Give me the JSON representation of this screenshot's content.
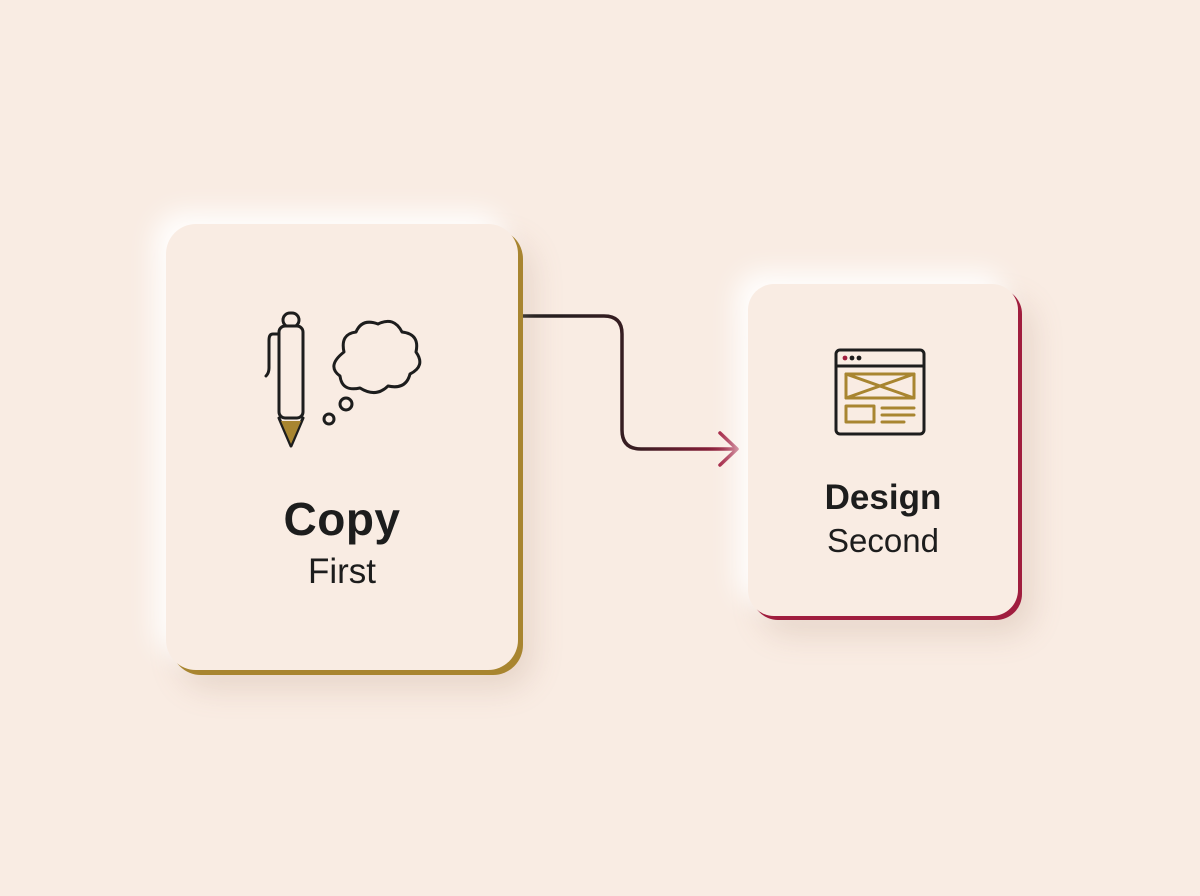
{
  "steps": [
    {
      "title": "Copy",
      "subtitle": "First",
      "icon": "pen-thought-bubble-icon",
      "accent": "#a88530"
    },
    {
      "title": "Design",
      "subtitle": "Second",
      "icon": "webpage-wireframe-icon",
      "accent": "#a01d3e"
    }
  ],
  "connector": {
    "from_color": "#1d1d1d",
    "to_color": "#a01d3e",
    "arrow": "right"
  },
  "colors": {
    "background": "#f9ece3",
    "text": "#1d1d1d",
    "gold": "#a88530",
    "crimson": "#a01d3e"
  }
}
